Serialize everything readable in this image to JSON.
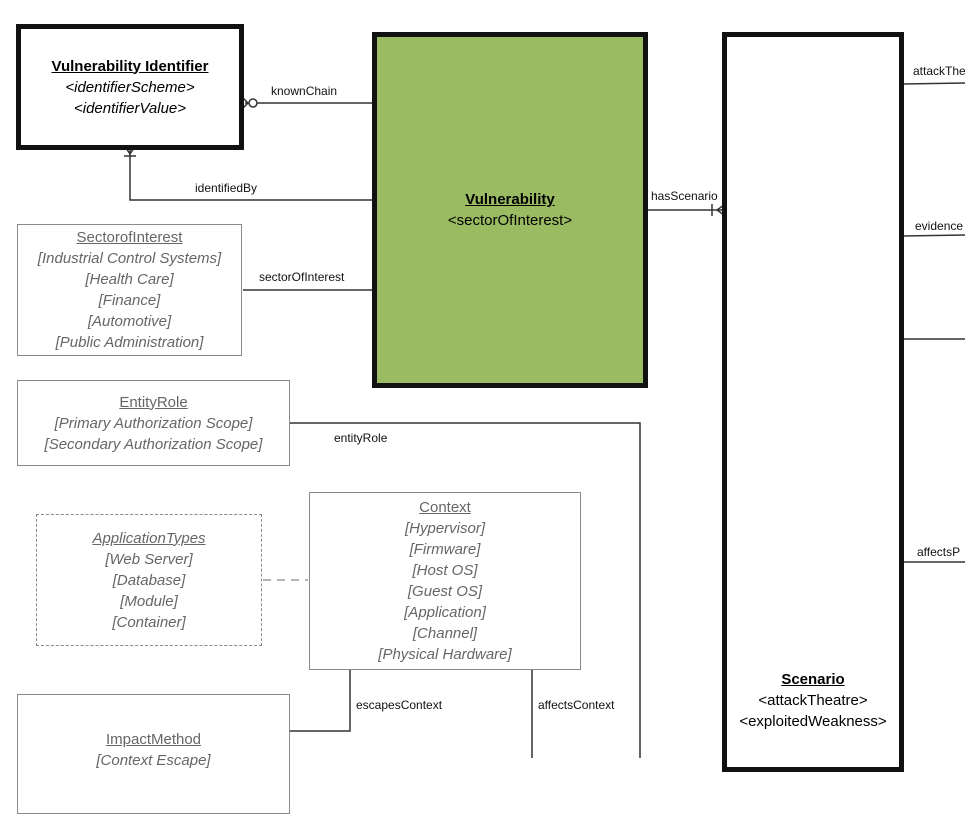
{
  "vuln_identifier": {
    "title": "Vulnerability Identifier",
    "attrs": [
      "<identifierScheme>",
      "<identifierValue>"
    ]
  },
  "vulnerability": {
    "title": "Vulnerability",
    "attrs": [
      "<sectorOfInterest>"
    ]
  },
  "scenario": {
    "title": "Scenario",
    "attrs": [
      "<attackTheatre>",
      "<exploitedWeakness>"
    ]
  },
  "sector": {
    "title": "SectorofInterest",
    "items": [
      "[Industrial Control Systems]",
      "[Health Care]",
      "[Finance]",
      "[Automotive]",
      "[Public Administration]"
    ]
  },
  "entity_role": {
    "title": "EntityRole",
    "items": [
      "[Primary Authorization Scope]",
      "[Secondary Authorization Scope]"
    ]
  },
  "app_types": {
    "title": "ApplicationTypes",
    "items": [
      "[Web Server]",
      "[Database]",
      "[Module]",
      "[Container]"
    ]
  },
  "context": {
    "title": "Context",
    "items": [
      "[Hypervisor]",
      "[Firmware]",
      "[Host OS]",
      "[Guest OS]",
      "[Application]",
      "[Channel]",
      "[Physical Hardware]"
    ]
  },
  "impact_method": {
    "title": "ImpactMethod",
    "items": [
      "[Context Escape]"
    ]
  },
  "relations": {
    "known_chain": "knownChain",
    "identified_by": "identifiedBy",
    "has_scenario": "hasScenario",
    "sector_of_interest": "sectorOfInterest",
    "entity_role": "entityRole",
    "escapes_context": "escapesContext",
    "affects_context": "affectsContext",
    "attack_theatre": "attackThe",
    "evidence": "evidence",
    "affects_p": "affectsP"
  }
}
